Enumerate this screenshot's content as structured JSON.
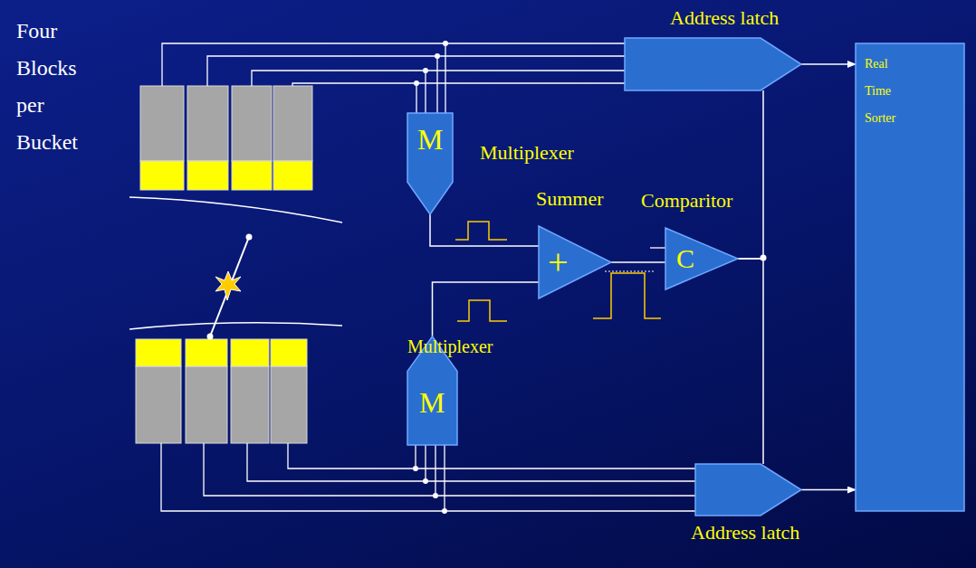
{
  "diagram": {
    "nodes": [
      {
        "text": [
          "Address latch"
        ]
      },
      {
        "text": [
          "M",
          "Multiplexer"
        ]
      },
      {
        "text": [
          "+",
          "Summer"
        ]
      },
      {
        "text": [
          "C",
          "Comparitor"
        ]
      },
      {
        "text": [
          "M",
          "Multiplexer"
        ]
      },
      {
        "text": [
          "Address latch"
        ]
      },
      {
        "text": [
          "Real Time Sorter"
        ]
      }
    ],
    "edges": [
      {
        "from": 1,
        "to": 2,
        "arrow": "none"
      },
      {
        "from": 4,
        "to": 2,
        "arrow": "none"
      },
      {
        "from": 2,
        "to": 3,
        "arrow": "none"
      },
      {
        "from": 3,
        "to": 0,
        "arrow": "none"
      },
      {
        "from": 3,
        "to": 5,
        "arrow": "none"
      },
      {
        "from": 0,
        "to": 6,
        "arrow": "to"
      },
      {
        "from": 5,
        "to": 6,
        "arrow": "to"
      }
    ],
    "labels": [
      "Four Blocks per Bucket"
    ]
  }
}
